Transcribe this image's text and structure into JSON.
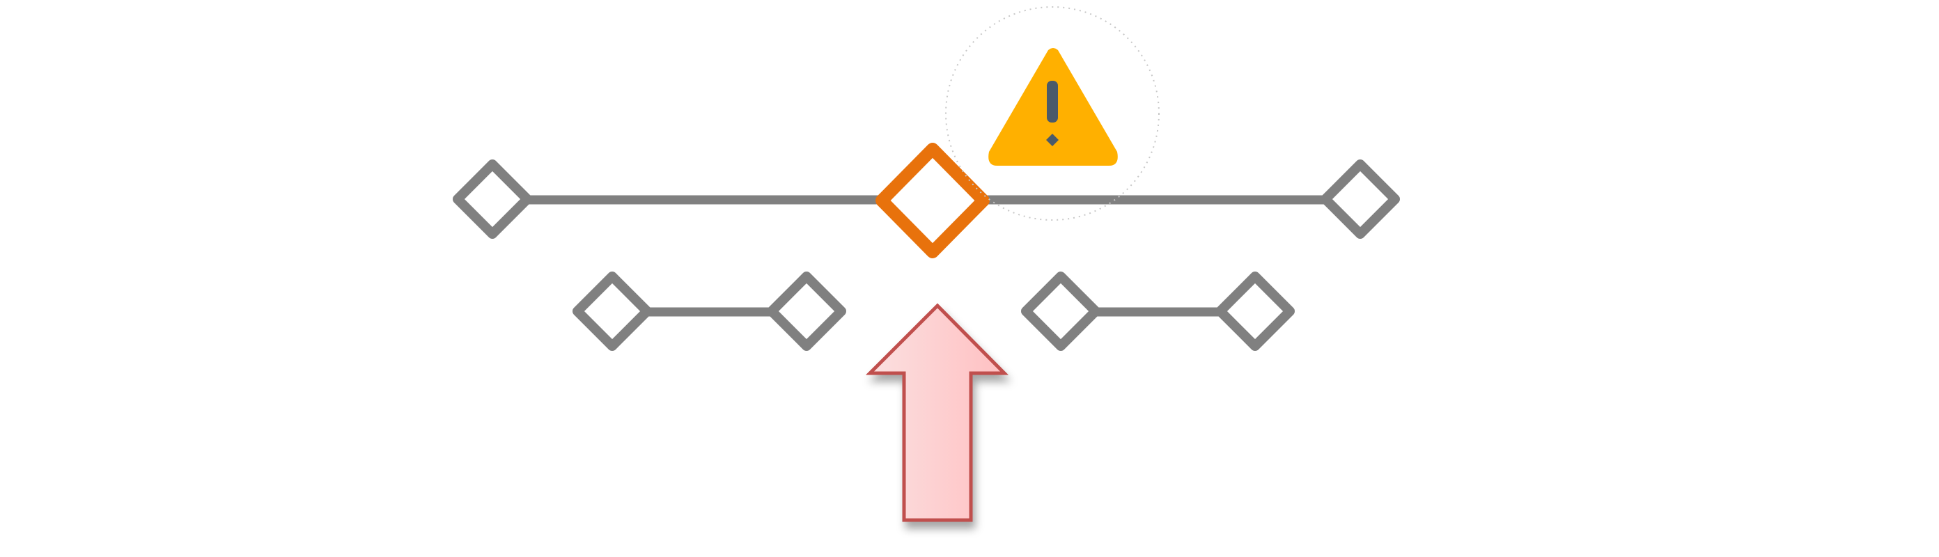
{
  "colors": {
    "background": "#ffffff",
    "line": "#808080",
    "node_fill": "#ffffff",
    "selected_node": "#e8720c",
    "warning_fill": "#ffb000",
    "warning_mark": "#4a5a6a",
    "warning_halo": "#bbbbbb",
    "arrow_fill_start": "#fbe0e0",
    "arrow_fill_end": "#ffc0c2",
    "arrow_stroke": "#c0504d"
  },
  "icons": {
    "node": "diamond-node-icon",
    "selected_node": "selected-diamond-node-icon",
    "warning": "warning-triangle-icon",
    "pointer": "up-arrow-pointer"
  },
  "diagram": {
    "top_row_nodes": 3,
    "selected_node_index": 1,
    "lower_groups": 2,
    "nodes_per_lower_group": 2,
    "warning_on_selected_node": true,
    "arrow_points_to_selected_node": true
  }
}
